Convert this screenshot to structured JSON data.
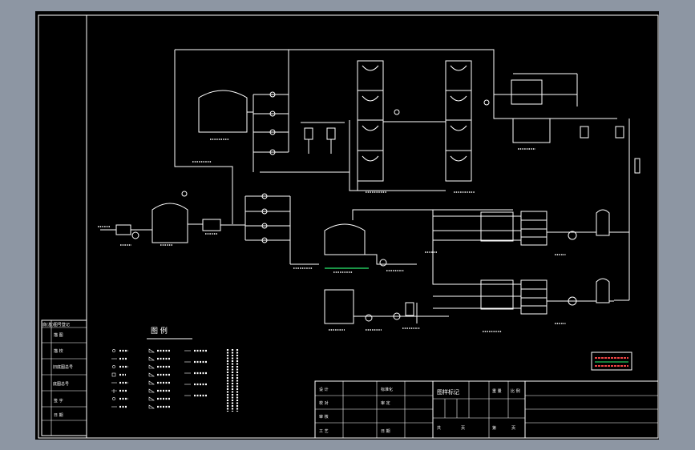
{
  "colors": {
    "canvas_bg": "#000000",
    "viewport_bg": "#8d96a3",
    "line": "#ffffff",
    "accent_green": "#22c55e",
    "accent_red": "#ef4444"
  },
  "left_strip": {
    "labels": [
      "底(基)图号登记",
      "描 图",
      "描 校",
      "旧底图总号",
      "底图总号",
      "签 字",
      "日 期"
    ]
  },
  "legend": {
    "title": "图 例"
  },
  "title_block": {
    "design": "设 计",
    "check": "校 对",
    "review": "审 核",
    "process": "工 艺",
    "standardize": "标准化",
    "approve": "审 定",
    "date": "日 期",
    "drawing_mark": "图样标记",
    "weight": "重 量",
    "scale": "比 例",
    "total": "共",
    "sheet": "第",
    "page": "页"
  }
}
